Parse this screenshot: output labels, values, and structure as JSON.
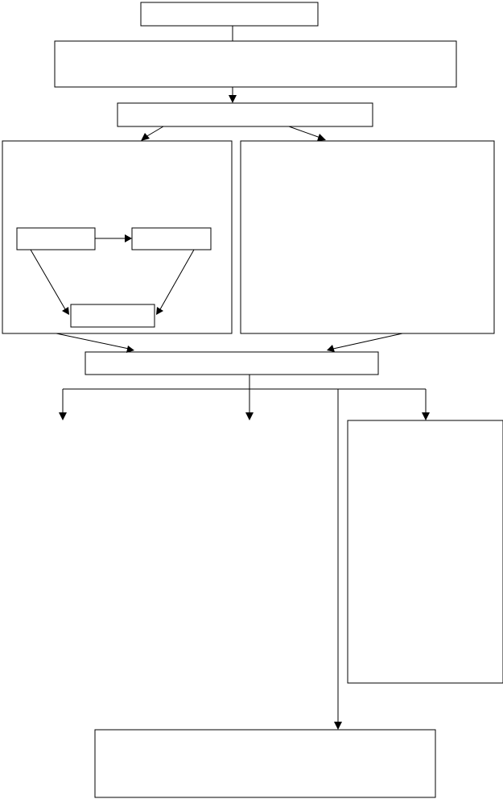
{
  "diagram": {
    "type": "flowchart",
    "colors": {
      "stroke": "#000000",
      "fill": "#ffffff",
      "background": "#ffffff"
    },
    "nodes": [
      {
        "id": "top-box",
        "label": ""
      },
      {
        "id": "second-box",
        "label": ""
      },
      {
        "id": "third-box",
        "label": ""
      },
      {
        "id": "left-panel",
        "label": ""
      },
      {
        "id": "inner-left-box",
        "label": ""
      },
      {
        "id": "inner-right-box",
        "label": ""
      },
      {
        "id": "inner-bottom-box",
        "label": ""
      },
      {
        "id": "right-panel",
        "label": ""
      },
      {
        "id": "merge-box",
        "label": ""
      },
      {
        "id": "side-panel",
        "label": ""
      },
      {
        "id": "bottom-box",
        "label": ""
      }
    ],
    "edges": [
      {
        "from": "top-box",
        "to": "second-box"
      },
      {
        "from": "second-box",
        "to": "third-box"
      },
      {
        "from": "third-box",
        "to": "left-panel"
      },
      {
        "from": "third-box",
        "to": "right-panel"
      },
      {
        "from": "inner-left-box",
        "to": "inner-right-box"
      },
      {
        "from": "inner-left-box",
        "to": "inner-bottom-box"
      },
      {
        "from": "inner-right-box",
        "to": "inner-bottom-box"
      },
      {
        "from": "left-panel",
        "to": "merge-box"
      },
      {
        "from": "right-panel",
        "to": "merge-box"
      },
      {
        "from": "merge-box",
        "to": "branch-1"
      },
      {
        "from": "merge-box",
        "to": "branch-2"
      },
      {
        "from": "merge-box",
        "to": "bottom-box"
      },
      {
        "from": "merge-box",
        "to": "side-panel"
      }
    ]
  }
}
